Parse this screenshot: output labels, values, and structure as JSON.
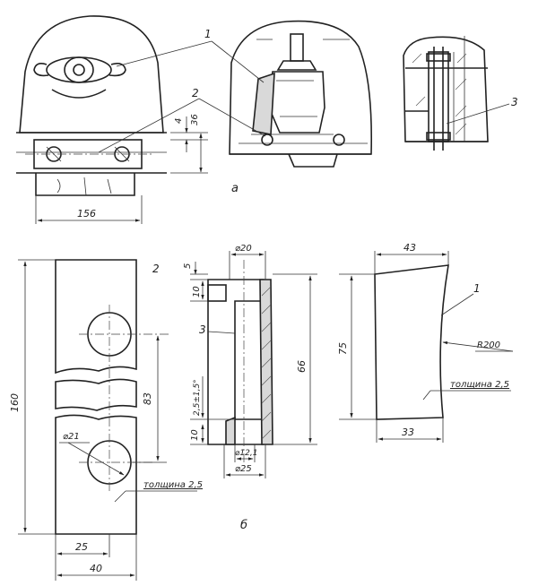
{
  "view_labels": {
    "a": "а",
    "b": "б"
  },
  "part_numbers": {
    "p1": "1",
    "p2": "2",
    "p3": "3"
  },
  "view_a": {
    "dim_width": "156",
    "dim_4": "4",
    "dim_36": "36"
  },
  "part2": {
    "height": "160",
    "hole_spacing": "83",
    "hole_dia": "⌀21",
    "width_inner": "25",
    "width_total": "40",
    "thickness": "толщина 2,5"
  },
  "part3": {
    "top_dia": "⌀20",
    "top_5": "5",
    "top_10": "10",
    "length": "66",
    "wall": "2,5±1,5°",
    "bottom_10": "10",
    "inner_dia": "⌀12,1",
    "outer_dia": "⌀25"
  },
  "part1": {
    "top_width": "43",
    "height": "75",
    "radius": "R200",
    "thickness": "толщина 2,5",
    "bottom_width": "33"
  }
}
